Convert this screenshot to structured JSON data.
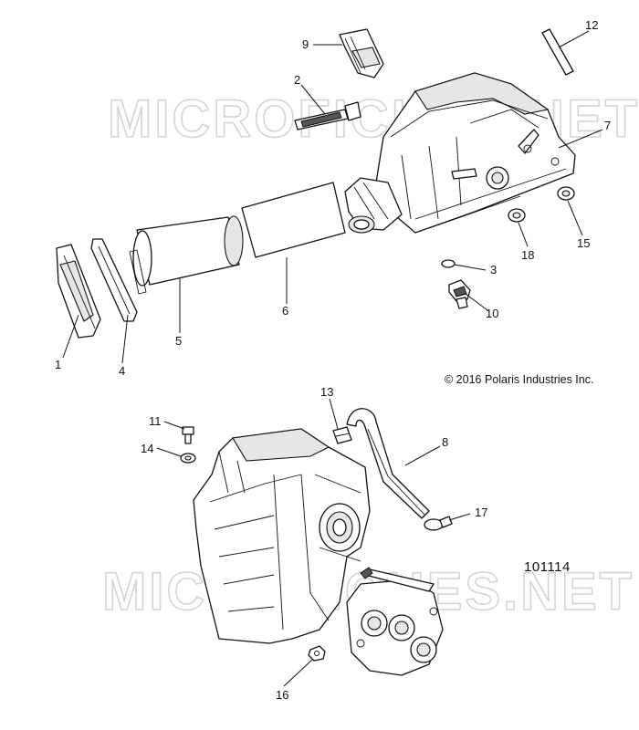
{
  "watermark": "MICROFICHES.NET",
  "copyright": "© 2016 Polaris Industries Inc.",
  "diagram_number": "101114",
  "callouts": [
    "1",
    "2",
    "3",
    "4",
    "5",
    "6",
    "7",
    "8",
    "9",
    "10",
    "11",
    "12",
    "13",
    "14",
    "15",
    "16",
    "17",
    "18"
  ]
}
